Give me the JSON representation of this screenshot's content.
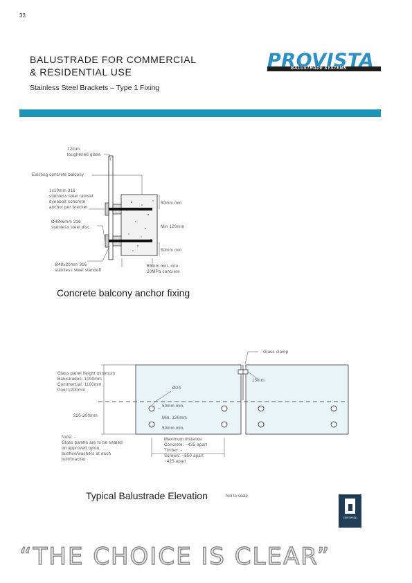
{
  "page_number": "33",
  "header": {
    "title_line1": "BALUSTRADE FOR COMMERCIAL",
    "title_line2": "& RESIDENTIAL USE",
    "subtitle": "Stainless Steel Brackets – Type 1 Fixing"
  },
  "logo": {
    "word": "PROVISTA",
    "tagline": "BALUSTRADE SYSTEMS",
    "color": "#2b8fc4"
  },
  "accent_color": "#1e93b8",
  "figure1": {
    "caption": "Concrete balcony anchor fixing",
    "labels": {
      "glass_1": "12mm",
      "glass_2": "toughened glass",
      "balcony": "Existing concrete balcony",
      "anchor_1": "1x10mm 316",
      "anchor_2": "stainless steel ramset",
      "anchor_3": "dynabolt concrete",
      "anchor_4": "anchor per bracket",
      "disc_1": "Ø48x6mm 316",
      "disc_2": "stainless steel disc",
      "standoff_1": "Ø48x20mm 316",
      "standoff_2": "stainless steel standoff",
      "dim_top": "50mm min",
      "dim_mid": "Min 120mm",
      "dim_bottom": "50mm min",
      "concrete_1": "55mm min. into",
      "concrete_2": "20MPa concrete"
    }
  },
  "figure2": {
    "caption": "Typical Balustrade Elevation",
    "scale_note": "Not to scale",
    "labels": {
      "glass_clamp": "Glass clamp",
      "height_1": "Glass panel height minimum",
      "height_2": "Balustrades: 1000mm",
      "height_3": "Commercial: 1100mm",
      "height_4": "Pool:1200mm",
      "dim_15": "15mm",
      "hole": "Ø24",
      "range": "220-300mm",
      "edge_50a": "50mm min.",
      "min120": "Min. 120mm",
      "edge_50b": "50mm min.",
      "note_1": "Note: -",
      "note_2": "Glass panels are to be seated",
      "note_3": "on approved nylon",
      "note_4": "bushes/washers at each",
      "note_5": "bolt/bracket",
      "dist_1": "Maximum distance",
      "dist_2": "Concrete: ~425 apart",
      "dist_3": "Timber: -",
      "dist_4": "Screws: ~550 apart",
      "dist_5": "~425 apart"
    }
  },
  "badge_text": "CERTIFIED",
  "slogan": "“THE CHOICE IS CLEAR”"
}
